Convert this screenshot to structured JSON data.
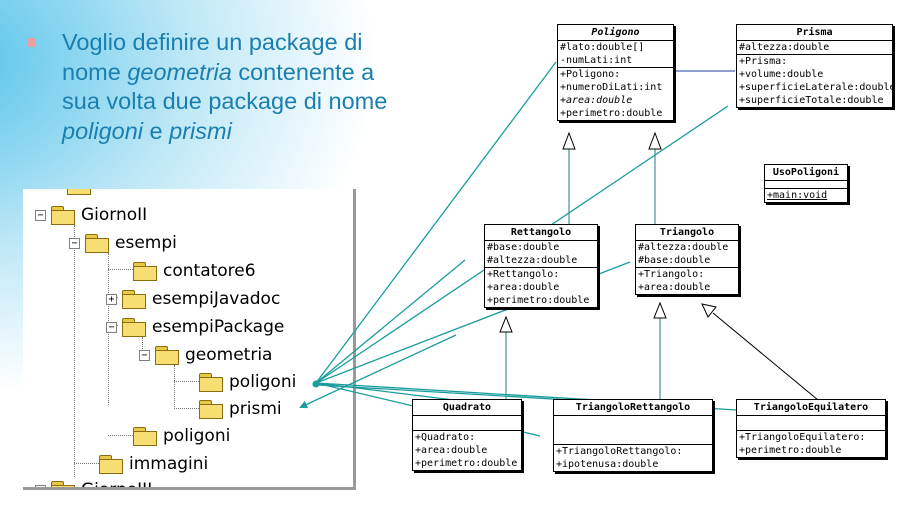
{
  "bullet": {
    "line1": "Voglio definire un package di",
    "line2a": "nome ",
    "line2b": "geometria",
    "line2c": " contenente a",
    "line3": "sua volta due package di nome",
    "line4a": "poligoni",
    "line4b": " e ",
    "line4c": "prismi"
  },
  "tree": {
    "giorno2": "GiornoII",
    "esempi": "esempi",
    "contatore6": "contatore6",
    "esempiJavadoc": "esempiJavadoc",
    "esempiPackage": "esempiPackage",
    "geometria": "geometria",
    "poligoni_sub": "poligoni",
    "prismi": "prismi",
    "poligoni": "poligoni",
    "immagini": "immagini",
    "giorno3": "GiornoIII",
    "minus": "−",
    "plus": "+"
  },
  "classes": {
    "poligono": {
      "name": "Poligono",
      "attrs": [
        "#lato:double[]",
        "-numLati:int"
      ],
      "ops": [
        "+Poligono:",
        "+numeroDiLati:int",
        "+area:double",
        "+perimetro:double"
      ]
    },
    "prisma": {
      "name": "Prisma",
      "attrs": [
        "#altezza:double"
      ],
      "ops": [
        "+Prisma:",
        "+volume:double",
        "+superficieLaterale:double",
        "+superficieTotale:double"
      ]
    },
    "usopoligoni": {
      "name": "UsoPoligoni",
      "ops": [
        "+main:void"
      ]
    },
    "rettangolo": {
      "name": "Rettangolo",
      "attrs": [
        "#base:double",
        "#altezza:double"
      ],
      "ops": [
        "+Rettangolo:",
        "+area:double",
        "+perimetro:double"
      ]
    },
    "triangolo": {
      "name": "Triangolo",
      "attrs": [
        "#altezza:double",
        "#base:double"
      ],
      "ops": [
        "+Triangolo:",
        "+area:double"
      ]
    },
    "quadrato": {
      "name": "Quadrato",
      "ops": [
        "+Quadrato:",
        "+area:double",
        "+perimetro:double"
      ]
    },
    "triangolorettangolo": {
      "name": "TriangoloRettangolo",
      "ops": [
        "+TriangoloRettangolo:",
        "+ipotenusa:double"
      ]
    },
    "triangoloequilatero": {
      "name": "TriangoloEquilatero",
      "ops": [
        "+TriangoloEquilatero:",
        "+perimetro:double"
      ]
    }
  },
  "colors": {
    "arrow": "#1a9c9c",
    "text": "#1a7fae",
    "bullet": "#e8a0a0",
    "folder": "#f6de72"
  }
}
